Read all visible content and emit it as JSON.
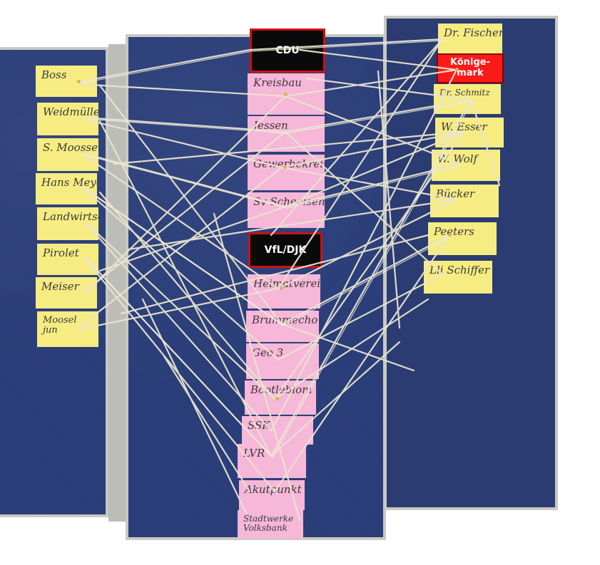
{
  "labels": {
    "cdu": "CDU",
    "vfl": "VfL/DJK",
    "koenigsemark": "Könige-\nmark"
  },
  "left_cards": [
    "Boss",
    "Weidmüller",
    "S. Moossen",
    "Hans Meyer",
    "Landwirtschaft",
    "Pirolet",
    "Meiser",
    "Moosel jun"
  ],
  "middle_cards": [
    "Kreisbau",
    "Jessen",
    "Gewerbekreis",
    "Sv Scheelsen",
    "Heimatverein",
    "Brummecho",
    "Geo 3",
    "Bootleblom",
    "SSK",
    "LVR",
    "Akutpunkt",
    "Stadtwerke Volksbank"
  ],
  "right_cards": [
    "Dr. Fischer",
    "Dr. Schmitz",
    "W. Esser",
    "W. Wolf",
    "Bücker",
    "Peeters",
    "Lli Schiffer"
  ],
  "colors": {
    "board": "#2b3f7c",
    "yellow_card": "#f6ec82",
    "pink_card": "#f7b7d8",
    "label_black": "#0a0a0a",
    "label_red": "#ff1a1a",
    "string": "#e9e4cf"
  }
}
